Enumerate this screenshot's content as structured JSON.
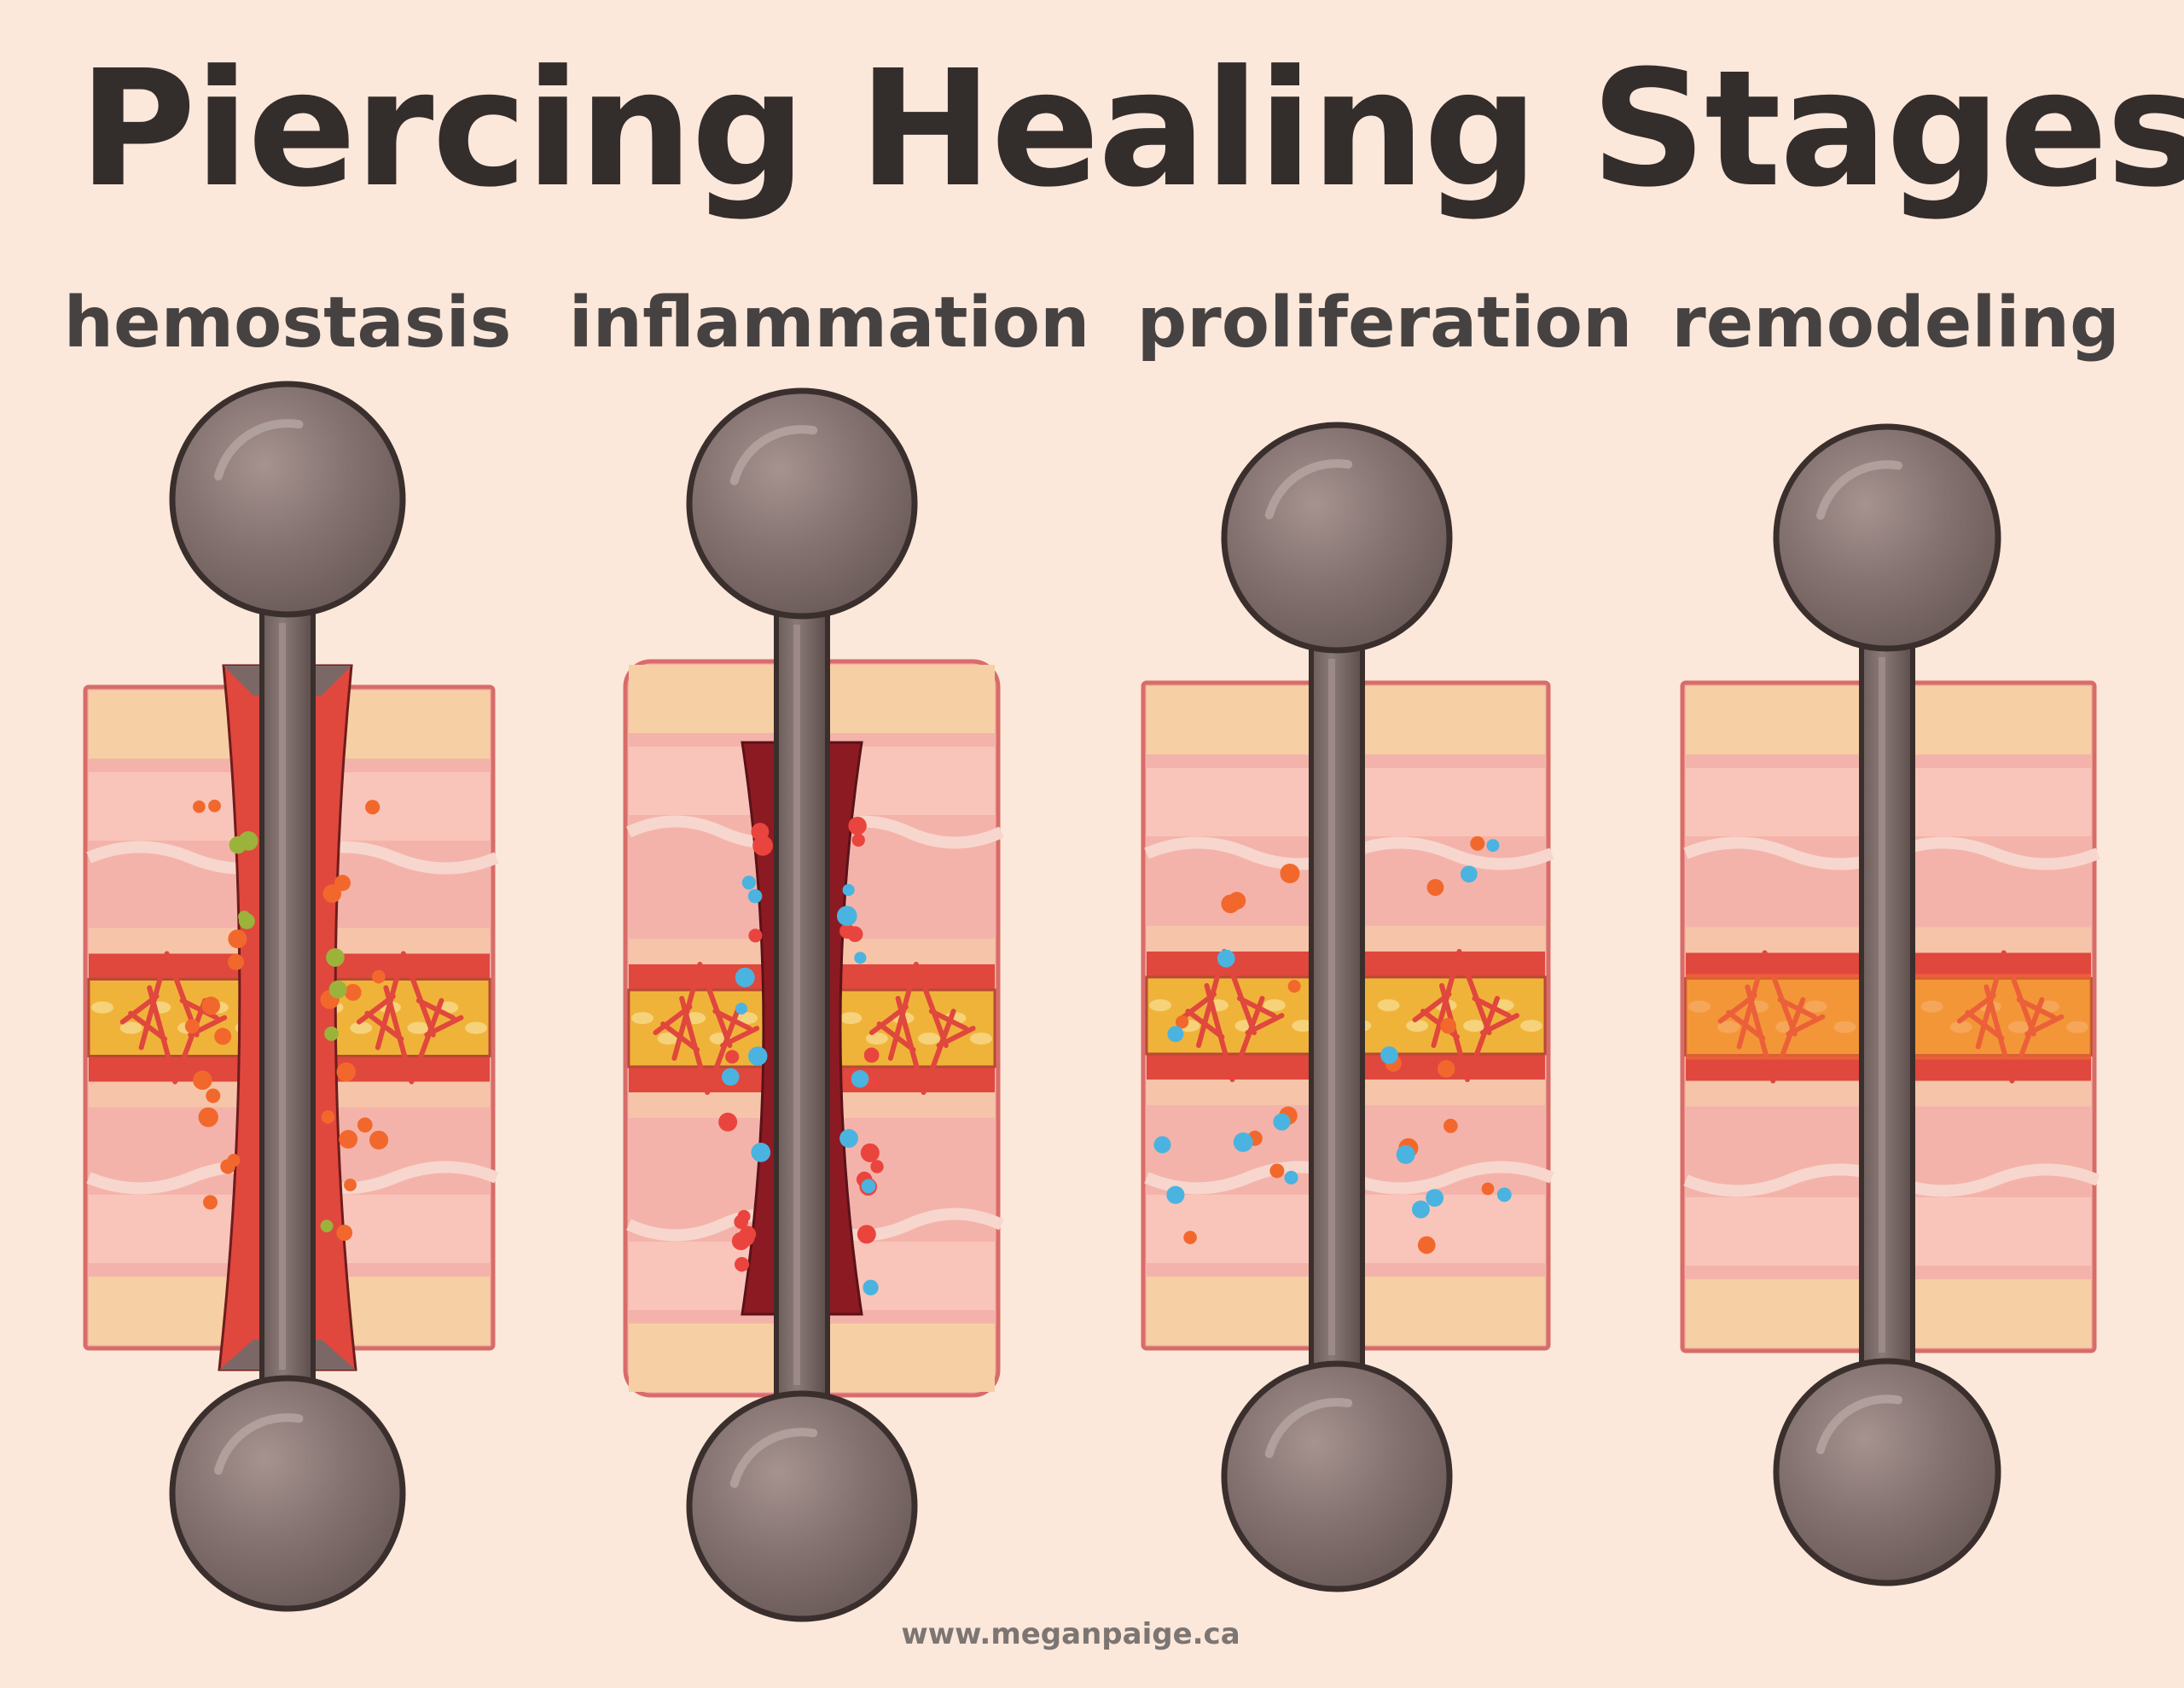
{
  "title": "Piercing Healing Stages",
  "stages": [
    {
      "label": "hemostasis"
    },
    {
      "label": "inflammation"
    },
    {
      "label": "proliferation"
    },
    {
      "label": "remodeling"
    }
  ],
  "footer": "www.meganpaige.ca",
  "colors": {
    "background": "#fbe8da",
    "title_text": "#332d2c",
    "label_text": "#474242",
    "skin_epidermis": "#f6cfa4",
    "skin_dermis": "#f4b3aa",
    "vessel_red": "#e0473d",
    "fat_yellow": "#f0b33a",
    "blood_clot_dark": "#8c1a22",
    "cell_blue": "#4bb3e0",
    "cell_orange": "#f2682c",
    "barbell_metal": "#847270",
    "outline": "#3a2f2d"
  },
  "icons": [
    "barbell-jewelry-icon",
    "skin-cross-section-icon",
    "blood-vessel-icon",
    "immune-cell-icon"
  ]
}
